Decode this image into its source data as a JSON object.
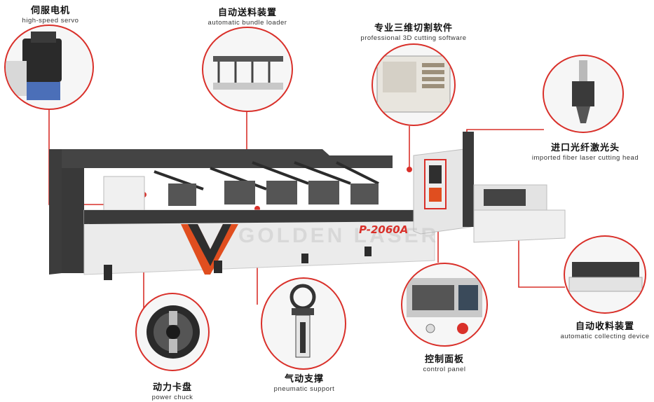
{
  "callouts": [
    {
      "id": "servo",
      "cn": "伺服电机",
      "en": "high-speed servo"
    },
    {
      "id": "loader",
      "cn": "自动送料装置",
      "en": "automatic bundle loader"
    },
    {
      "id": "software",
      "cn": "专业三维切割软件",
      "en": "professional 3D cutting software"
    },
    {
      "id": "head",
      "cn": "进口光纤激光头",
      "en": "imported fiber laser cutting head"
    },
    {
      "id": "collect",
      "cn": "自动收料装置",
      "en": "automatic collecting device"
    },
    {
      "id": "panel",
      "cn": "控制面板",
      "en": "control panel"
    },
    {
      "id": "support",
      "cn": "气动支撑",
      "en": "pneumatic support"
    },
    {
      "id": "chuck",
      "cn": "动力卡盘",
      "en": "power chuck"
    }
  ],
  "machine": {
    "model": "P-2060A",
    "watermark": "GOLDEN LASER"
  },
  "colors": {
    "accent": "#d9302a",
    "frame": "#3b3b3b",
    "body": "#e9e9e9"
  }
}
